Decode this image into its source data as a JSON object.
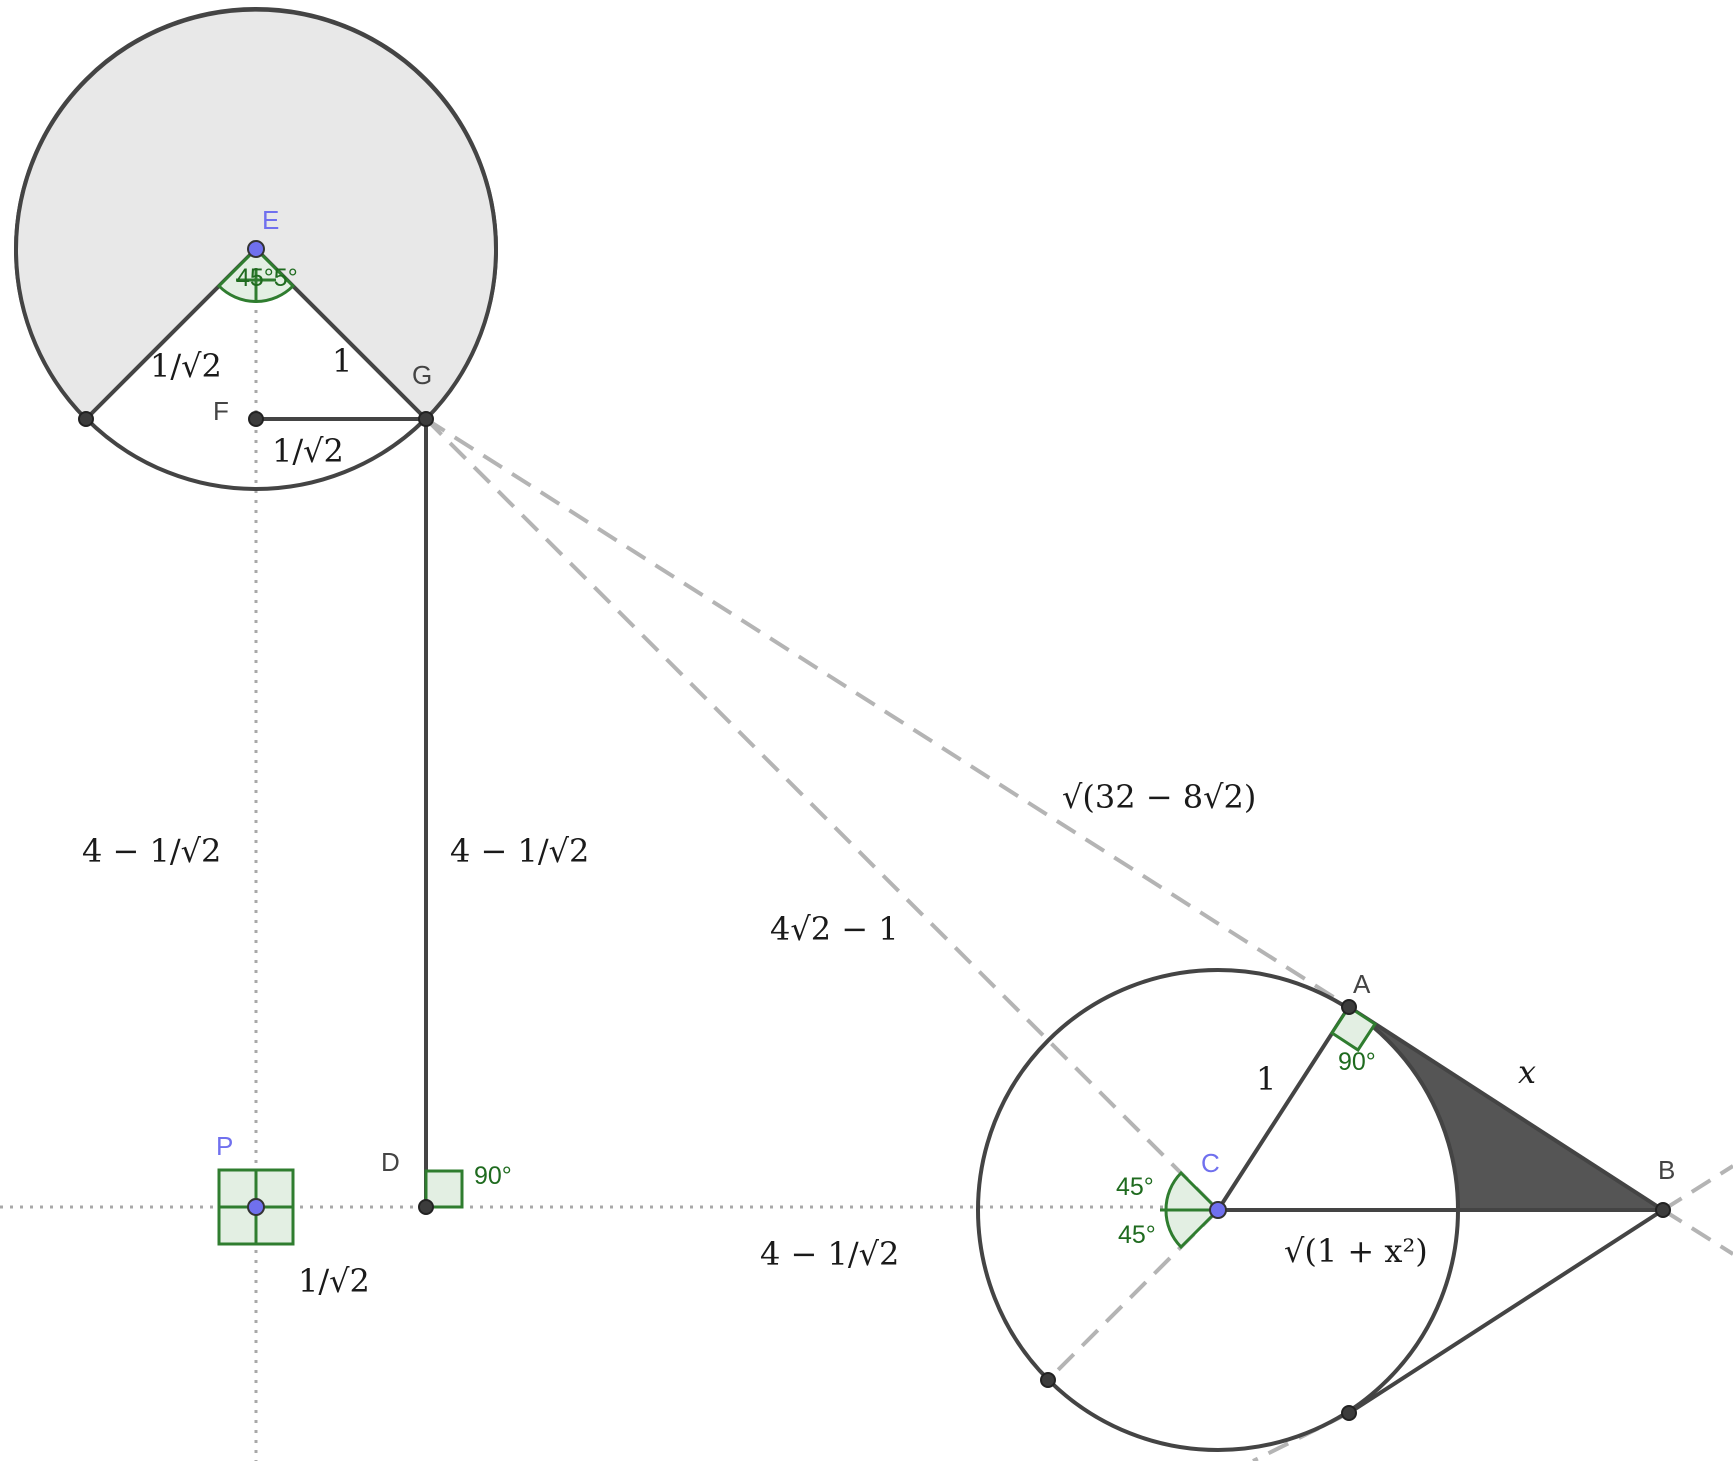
{
  "colors": {
    "stroke": "#444444",
    "dashed": "#b4b4b4",
    "dotted": "#a8a8a8",
    "light_fill": "#e8e8e8",
    "dark_fill": "#555555",
    "angle_green": "#2f7d2f",
    "angle_fill": "#e3efe3",
    "free_point": "#7070ee",
    "point": "#3c3c3c"
  },
  "points": {
    "E": "E",
    "F": "F",
    "G": "G",
    "D": "D",
    "P": "P",
    "C": "C",
    "A": "A",
    "B": "B"
  },
  "angles": {
    "E_overlap": "45°5°",
    "D_right": "90°",
    "A_right": "90°",
    "C_upper": "45°",
    "C_lower": "45°"
  },
  "labels": {
    "EF_side": "1/√2",
    "EG_side": "1",
    "FG_side": "1/√2",
    "PE_vertical": "4 − 1/√2",
    "GD_vertical": "4 − 1/√2",
    "GA_tangent": "√(32 − 8√2)",
    "GC_distance": "4√2 − 1",
    "DC_horizontal": "4 − 1/√2",
    "PD_horizontal": "1/√2",
    "CA_radius": "1",
    "AB_tangent": "x",
    "CB_hyp": "√(1 + x²)"
  }
}
